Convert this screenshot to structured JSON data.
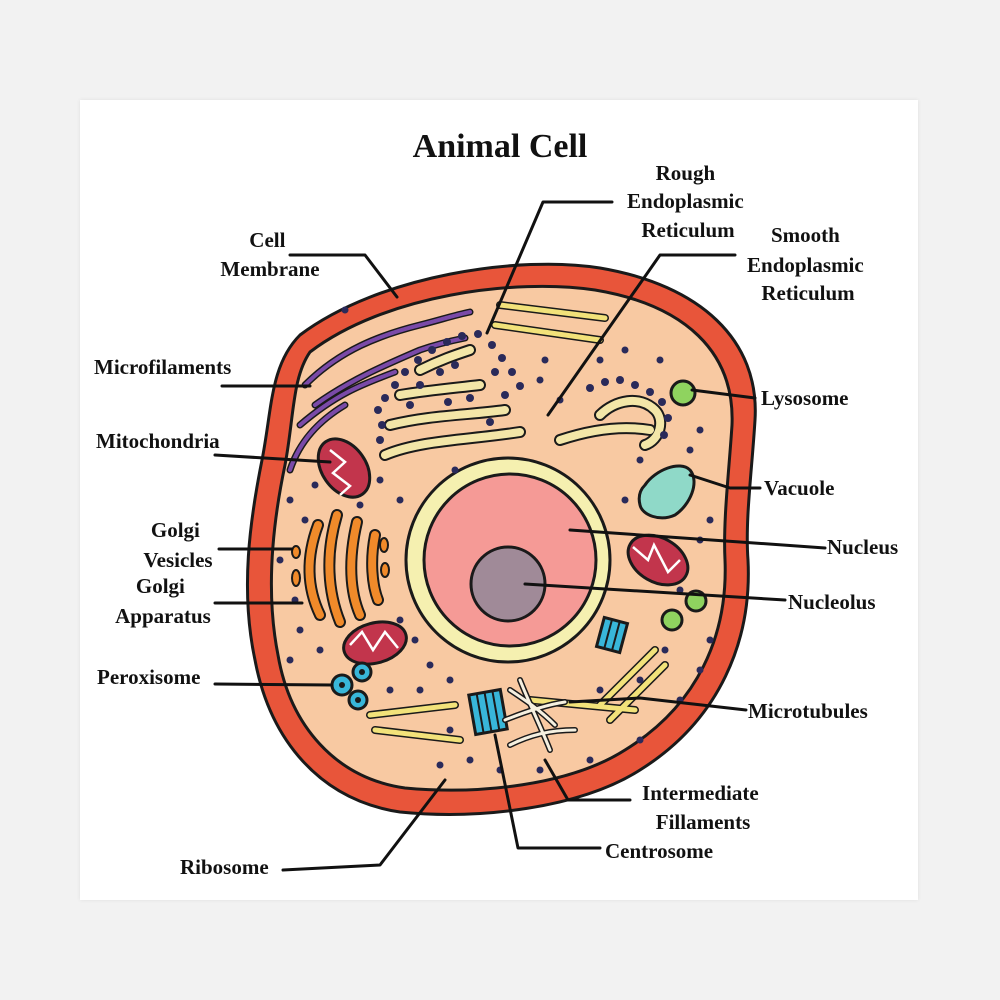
{
  "title": "Animal Cell",
  "labels": {
    "rough_er": [
      "Rough",
      "Endoplasmic",
      "Reticulum"
    ],
    "smooth_er": [
      "Smooth",
      "Endoplasmic",
      "Reticulum"
    ],
    "cell_membrane": [
      "Cell",
      "Membrane"
    ],
    "microfilaments": "Microfilaments",
    "mitochondria": "Mitochondria",
    "golgi_vesicles": [
      "Golgi",
      "Vesicles"
    ],
    "golgi_apparatus": [
      "Golgi",
      "Apparatus"
    ],
    "peroxisome": "Peroxisome",
    "ribosome": "Ribosome",
    "lysosome": "Lysosome",
    "vacuole": "Vacuole",
    "nucleus": "Nucleus",
    "nucleolus": "Nucleolus",
    "microtubules": "Microtubules",
    "intermediate_filaments": [
      "Intermediate",
      "Fillaments"
    ],
    "centrosome": "Centrosome"
  },
  "colors": {
    "membrane": "#e8553a",
    "cytoplasm": "#f8c9a2",
    "nucleus": "#f59a96",
    "nuclear_envelope": "#f5f0b0",
    "nucleolus": "#a08a98",
    "mitochondria": "#c2354c",
    "golgi": "#f08a2a",
    "lysosome": "#8fd35f",
    "vacuole": "#8fd9c8",
    "centrosome": "#38b6d9",
    "microfilaments": "#7a4aa8",
    "microtubules": "#f2e27a"
  }
}
